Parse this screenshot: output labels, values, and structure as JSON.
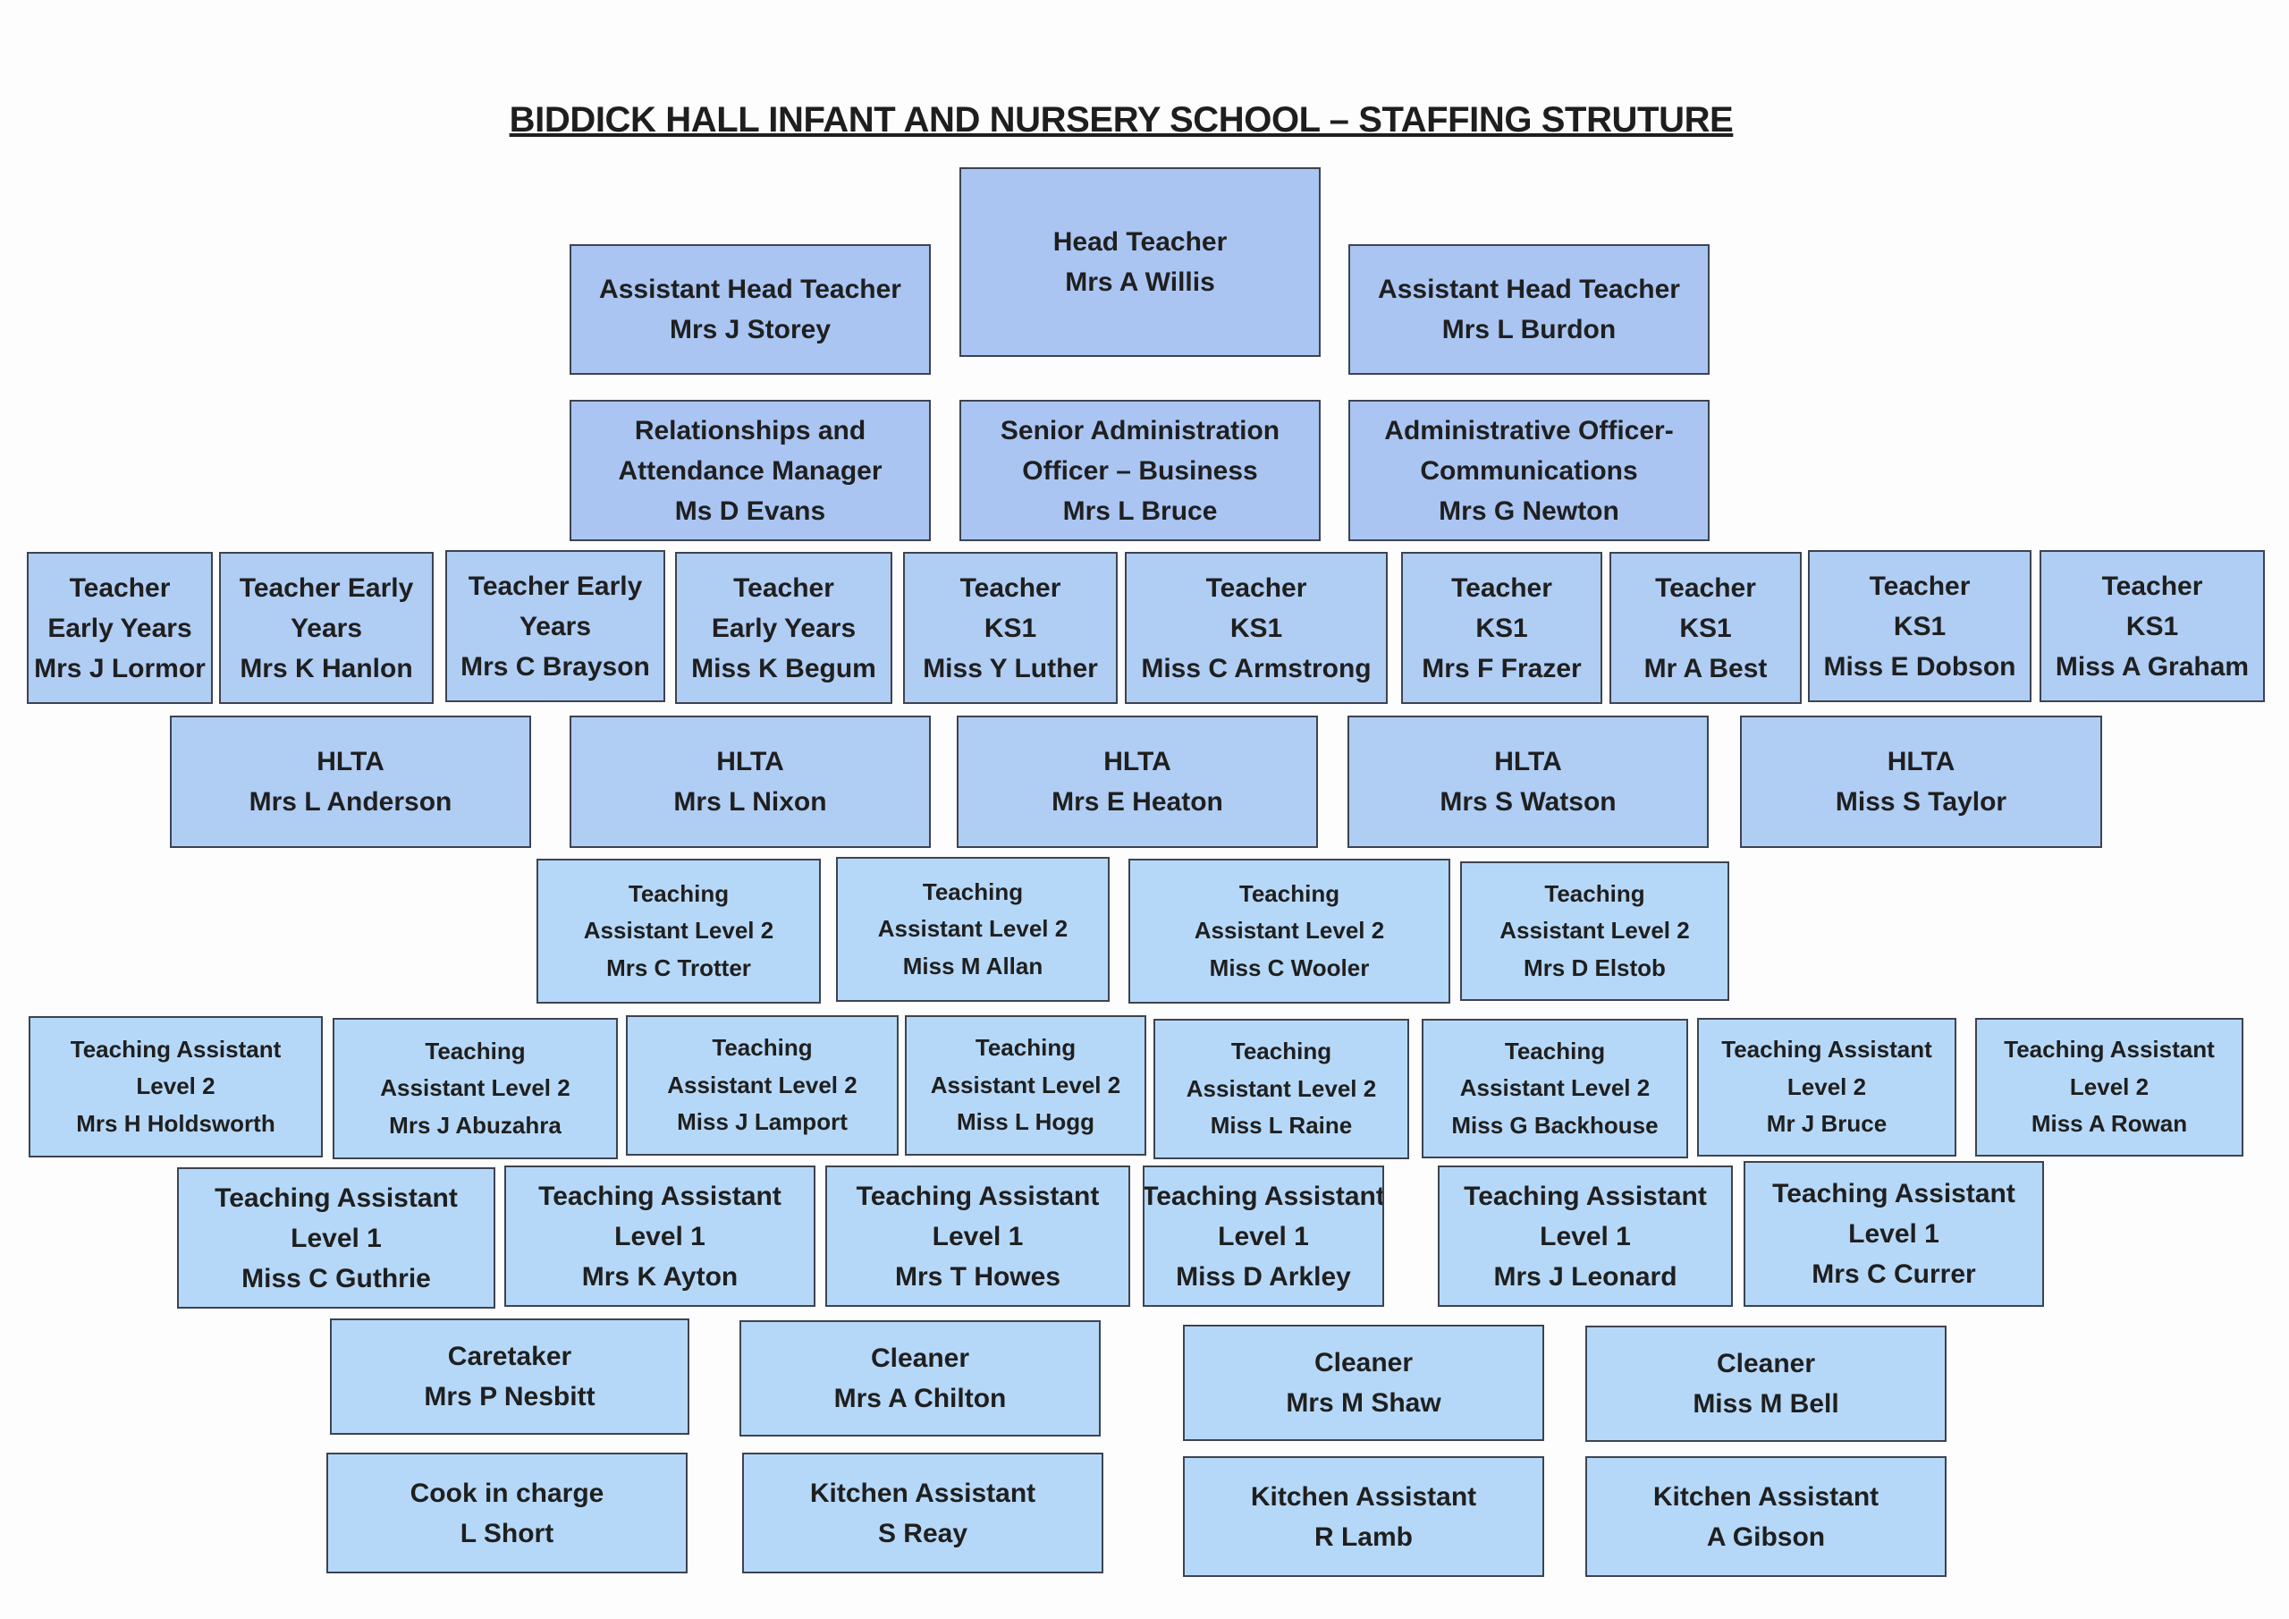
{
  "title": "BIDDICK HALL INFANT AND NURSERY SCHOOL – STAFFING STRUTURE",
  "colors": {
    "leadership_fill": "#aac5f2",
    "staff_fill": "#b0cdf4",
    "support_fill": "#b6d8f8",
    "border": "#3d4350"
  },
  "leadership": {
    "head": [
      "Head Teacher",
      "Mrs A Willis"
    ],
    "assistant_head_left": [
      "Assistant Head Teacher",
      "Mrs J Storey"
    ],
    "assistant_head_right": [
      "Assistant Head Teacher",
      "Mrs L Burdon"
    ]
  },
  "office": {
    "attendance": [
      "Relationships and",
      "Attendance Manager",
      "Ms D Evans"
    ],
    "senior_admin": [
      "Senior Administration",
      "Officer – Business",
      "Mrs L Bruce"
    ],
    "admin_comms": [
      "Administrative Officer-",
      "Communications",
      "Mrs G Newton"
    ]
  },
  "teachers": [
    [
      "Teacher",
      "Early Years",
      "Mrs J Lormor"
    ],
    [
      "Teacher Early",
      "Years",
      "Mrs K Hanlon"
    ],
    [
      "Teacher Early",
      "Years",
      "Mrs C Brayson"
    ],
    [
      "Teacher",
      "Early Years",
      "Miss K Begum"
    ],
    [
      "Teacher",
      "KS1",
      "Miss Y Luther"
    ],
    [
      "Teacher",
      "KS1",
      "Miss C Armstrong"
    ],
    [
      "Teacher",
      "KS1",
      "Mrs F Frazer"
    ],
    [
      "Teacher",
      "KS1",
      "Mr A Best"
    ],
    [
      "Teacher",
      "KS1",
      "Miss E Dobson"
    ],
    [
      "Teacher",
      "KS1",
      "Miss A Graham"
    ]
  ],
  "hlta": [
    [
      "HLTA",
      "Mrs L Anderson"
    ],
    [
      "HLTA",
      "Mrs L Nixon"
    ],
    [
      "HLTA",
      "Mrs E Heaton"
    ],
    [
      "HLTA",
      "Mrs S Watson"
    ],
    [
      "HLTA",
      "Miss S Taylor"
    ]
  ],
  "ta_level2_row1": [
    [
      "Teaching",
      "Assistant Level 2",
      "Mrs C Trotter"
    ],
    [
      "Teaching",
      "Assistant Level 2",
      "Miss M Allan"
    ],
    [
      "Teaching",
      "Assistant Level 2",
      "Miss C Wooler"
    ],
    [
      "Teaching",
      "Assistant Level 2",
      "Mrs D Elstob"
    ]
  ],
  "ta_level2_row2": [
    [
      "Teaching Assistant",
      "Level 2",
      "Mrs H Holdsworth"
    ],
    [
      "Teaching",
      "Assistant Level 2",
      "Mrs J Abuzahra"
    ],
    [
      "Teaching",
      "Assistant Level 2",
      "Miss J Lamport"
    ],
    [
      "Teaching",
      "Assistant Level 2",
      "Miss L Hogg"
    ],
    [
      "Teaching",
      "Assistant Level 2",
      "Miss L Raine"
    ],
    [
      "Teaching",
      "Assistant Level 2",
      "Miss G Backhouse"
    ],
    [
      "Teaching Assistant",
      "Level 2",
      "Mr J Bruce"
    ],
    [
      "Teaching Assistant",
      "Level 2",
      "Miss A Rowan"
    ]
  ],
  "ta_level1": [
    [
      "Teaching Assistant",
      "Level 1",
      "Miss C Guthrie"
    ],
    [
      "Teaching Assistant",
      "Level 1",
      "Mrs K Ayton"
    ],
    [
      "Teaching Assistant",
      "Level 1",
      "Mrs T Howes"
    ],
    [
      "Teaching Assistant",
      "Level 1",
      "Miss D Arkley"
    ],
    [
      "Teaching Assistant",
      "Level 1",
      "Mrs J Leonard"
    ],
    [
      "Teaching Assistant",
      "Level 1",
      "Mrs C Currer"
    ]
  ],
  "premises": [
    [
      "Caretaker",
      "Mrs P Nesbitt"
    ],
    [
      "Cleaner",
      "Mrs A Chilton"
    ],
    [
      "Cleaner",
      "Mrs M Shaw"
    ],
    [
      "Cleaner",
      "Miss M Bell"
    ]
  ],
  "kitchen": [
    [
      "Cook in charge",
      "L Short"
    ],
    [
      "Kitchen Assistant",
      "S Reay"
    ],
    [
      "Kitchen Assistant",
      "R Lamb"
    ],
    [
      "Kitchen Assistant",
      "A Gibson"
    ]
  ]
}
